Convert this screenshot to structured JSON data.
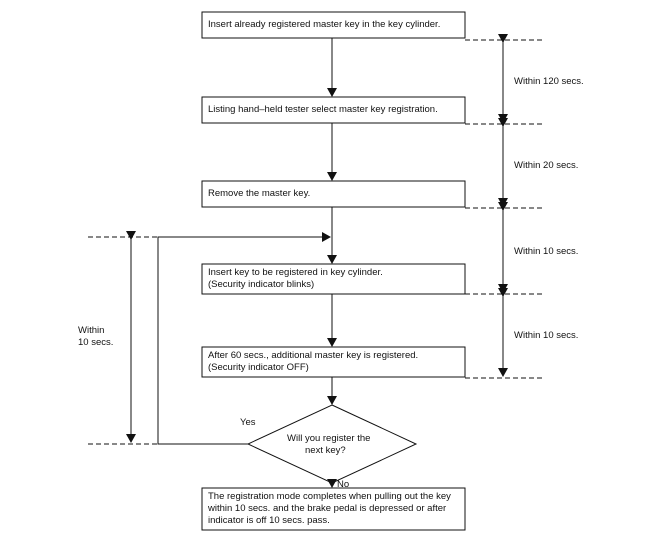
{
  "steps": [
    {
      "text": "Insert already registered master key in the key cylinder."
    },
    {
      "text": "Listing hand–held tester select master key registration."
    },
    {
      "text": "Remove the master key."
    },
    {
      "line1": "Insert key to be registered in key cylinder.",
      "line2": "(Security indicator blinks)"
    },
    {
      "line1": "After 60 secs., additional master key is registered.",
      "line2": "(Security indicator OFF)"
    }
  ],
  "decision": {
    "line1": "Will you register the",
    "line2": "next key?"
  },
  "branch": {
    "yes": "Yes",
    "no": "No"
  },
  "final": {
    "text": "The registration mode completes when pulling out the key within 10 secs. and the brake pedal is depressed or after indicator is off 10 secs. pass."
  },
  "intervals": [
    {
      "label": "Within 120 secs."
    },
    {
      "label": "Within 20 secs."
    },
    {
      "label": "Within 10 secs."
    },
    {
      "label": "Within 10 secs."
    }
  ],
  "left_interval": {
    "line1": "Within",
    "line2": "10 secs."
  }
}
